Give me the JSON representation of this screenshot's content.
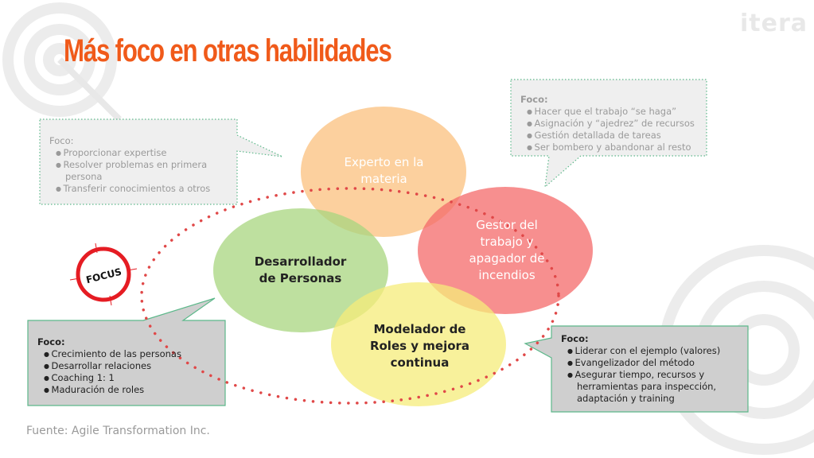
{
  "title": "Más foco en otras habilidades",
  "logo": "itera",
  "stamp": "FOCUS",
  "circles": {
    "experto": "Experto en la materia",
    "gestor": "Gestor del trabajo y apagador de incendios",
    "desarrollador": "Desarrollador de Personas",
    "modelador": "Modelador de Roles y mejora continua"
  },
  "callouts": {
    "top_left": {
      "heading": "Foco:",
      "items": [
        "Proporcionar expertise",
        "Resolver problemas en primera persona",
        "Transferir conocimientos a otros"
      ]
    },
    "top_right": {
      "heading": "Foco:",
      "items": [
        "Hacer que el trabajo “se haga”",
        "Asignación y “ajedrez” de recursos",
        "Gestión detallada de tareas",
        "Ser bombero y abandonar al resto"
      ]
    },
    "bottom_left": {
      "heading": "Foco:",
      "items": [
        "Crecimiento de las personas",
        "Desarrollar relaciones",
        "Coaching  1: 1",
        "Maduración de roles"
      ]
    },
    "bottom_right": {
      "heading": "Foco:",
      "items": [
        "Liderar con el ejemplo (valores)",
        "Evangelizador del método",
        "Asegurar tiempo, recursos y herramientas para inspección, adaptación y training"
      ]
    }
  },
  "source": "Fuente: Agile Transformation Inc.",
  "colors": {
    "title": "#f05a1a",
    "experto": "#fbc07e",
    "gestor": "#f46a6a",
    "desarrollador": "#a8d67f",
    "modelador": "#f6ec7a"
  }
}
